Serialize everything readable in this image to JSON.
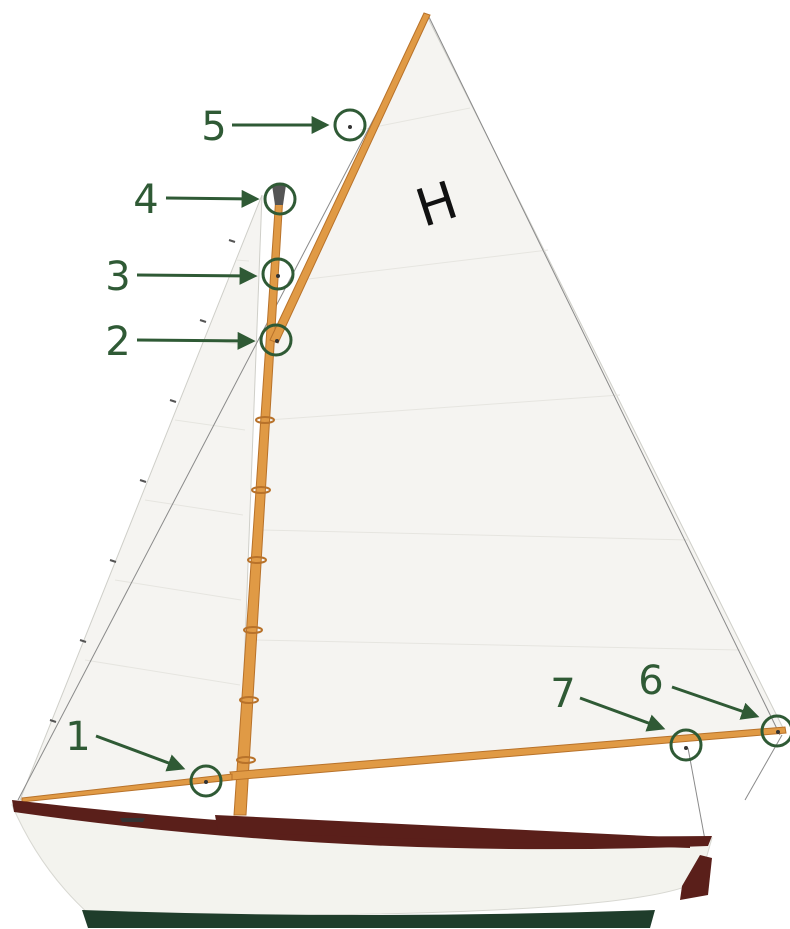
{
  "sail": {
    "letter": "H"
  },
  "colors": {
    "callout": "#2f5a35",
    "spar": "#e09a45",
    "spar_edge": "#b8722a",
    "hull_rail": "#5a1f1a",
    "hull": "#f3f3ee",
    "bottom_paint": "#1f3d2b",
    "sail": "#f5f4f1",
    "sail_seam": "#e6e5e0",
    "rigging": "#8a8a8a"
  },
  "callouts": [
    {
      "label": "1",
      "icon": "arrow-right-icon"
    },
    {
      "label": "2",
      "icon": "arrow-right-icon"
    },
    {
      "label": "3",
      "icon": "arrow-right-icon"
    },
    {
      "label": "4",
      "icon": "arrow-right-icon"
    },
    {
      "label": "5",
      "icon": "arrow-right-icon"
    },
    {
      "label": "6",
      "icon": "arrow-right-icon"
    },
    {
      "label": "7",
      "icon": "arrow-right-icon"
    }
  ]
}
